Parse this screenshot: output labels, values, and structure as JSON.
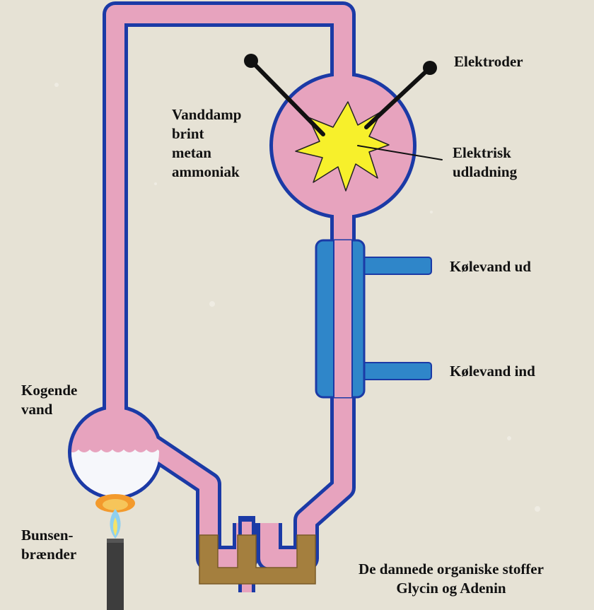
{
  "labels": {
    "gases": "Vanddamp\nbrint\nmetan\nammoniak",
    "electrodes": "Elektroder",
    "discharge": "Elektrisk\nudladning",
    "coolant_out": "Kølevand ud",
    "coolant_in": "Kølevand ind",
    "boiling_water": "Kogende\nvand",
    "burner": "Bunsen-\nbrænder",
    "products": "De dannede organiske stoffer\nGlycin og Adenin"
  },
  "colors": {
    "background": "#e6e2d5",
    "tube_fill": "#e7a3be",
    "tube_outline": "#1b3aa6",
    "condenser": "#2f86c9",
    "spark": "#f7f02b",
    "water": "#f6f7fb",
    "product": "#a47f3e",
    "flame_outer": "#f39a2c",
    "flame_inner": "#8fd0f0",
    "burner_tube": "#3d3d3d"
  }
}
